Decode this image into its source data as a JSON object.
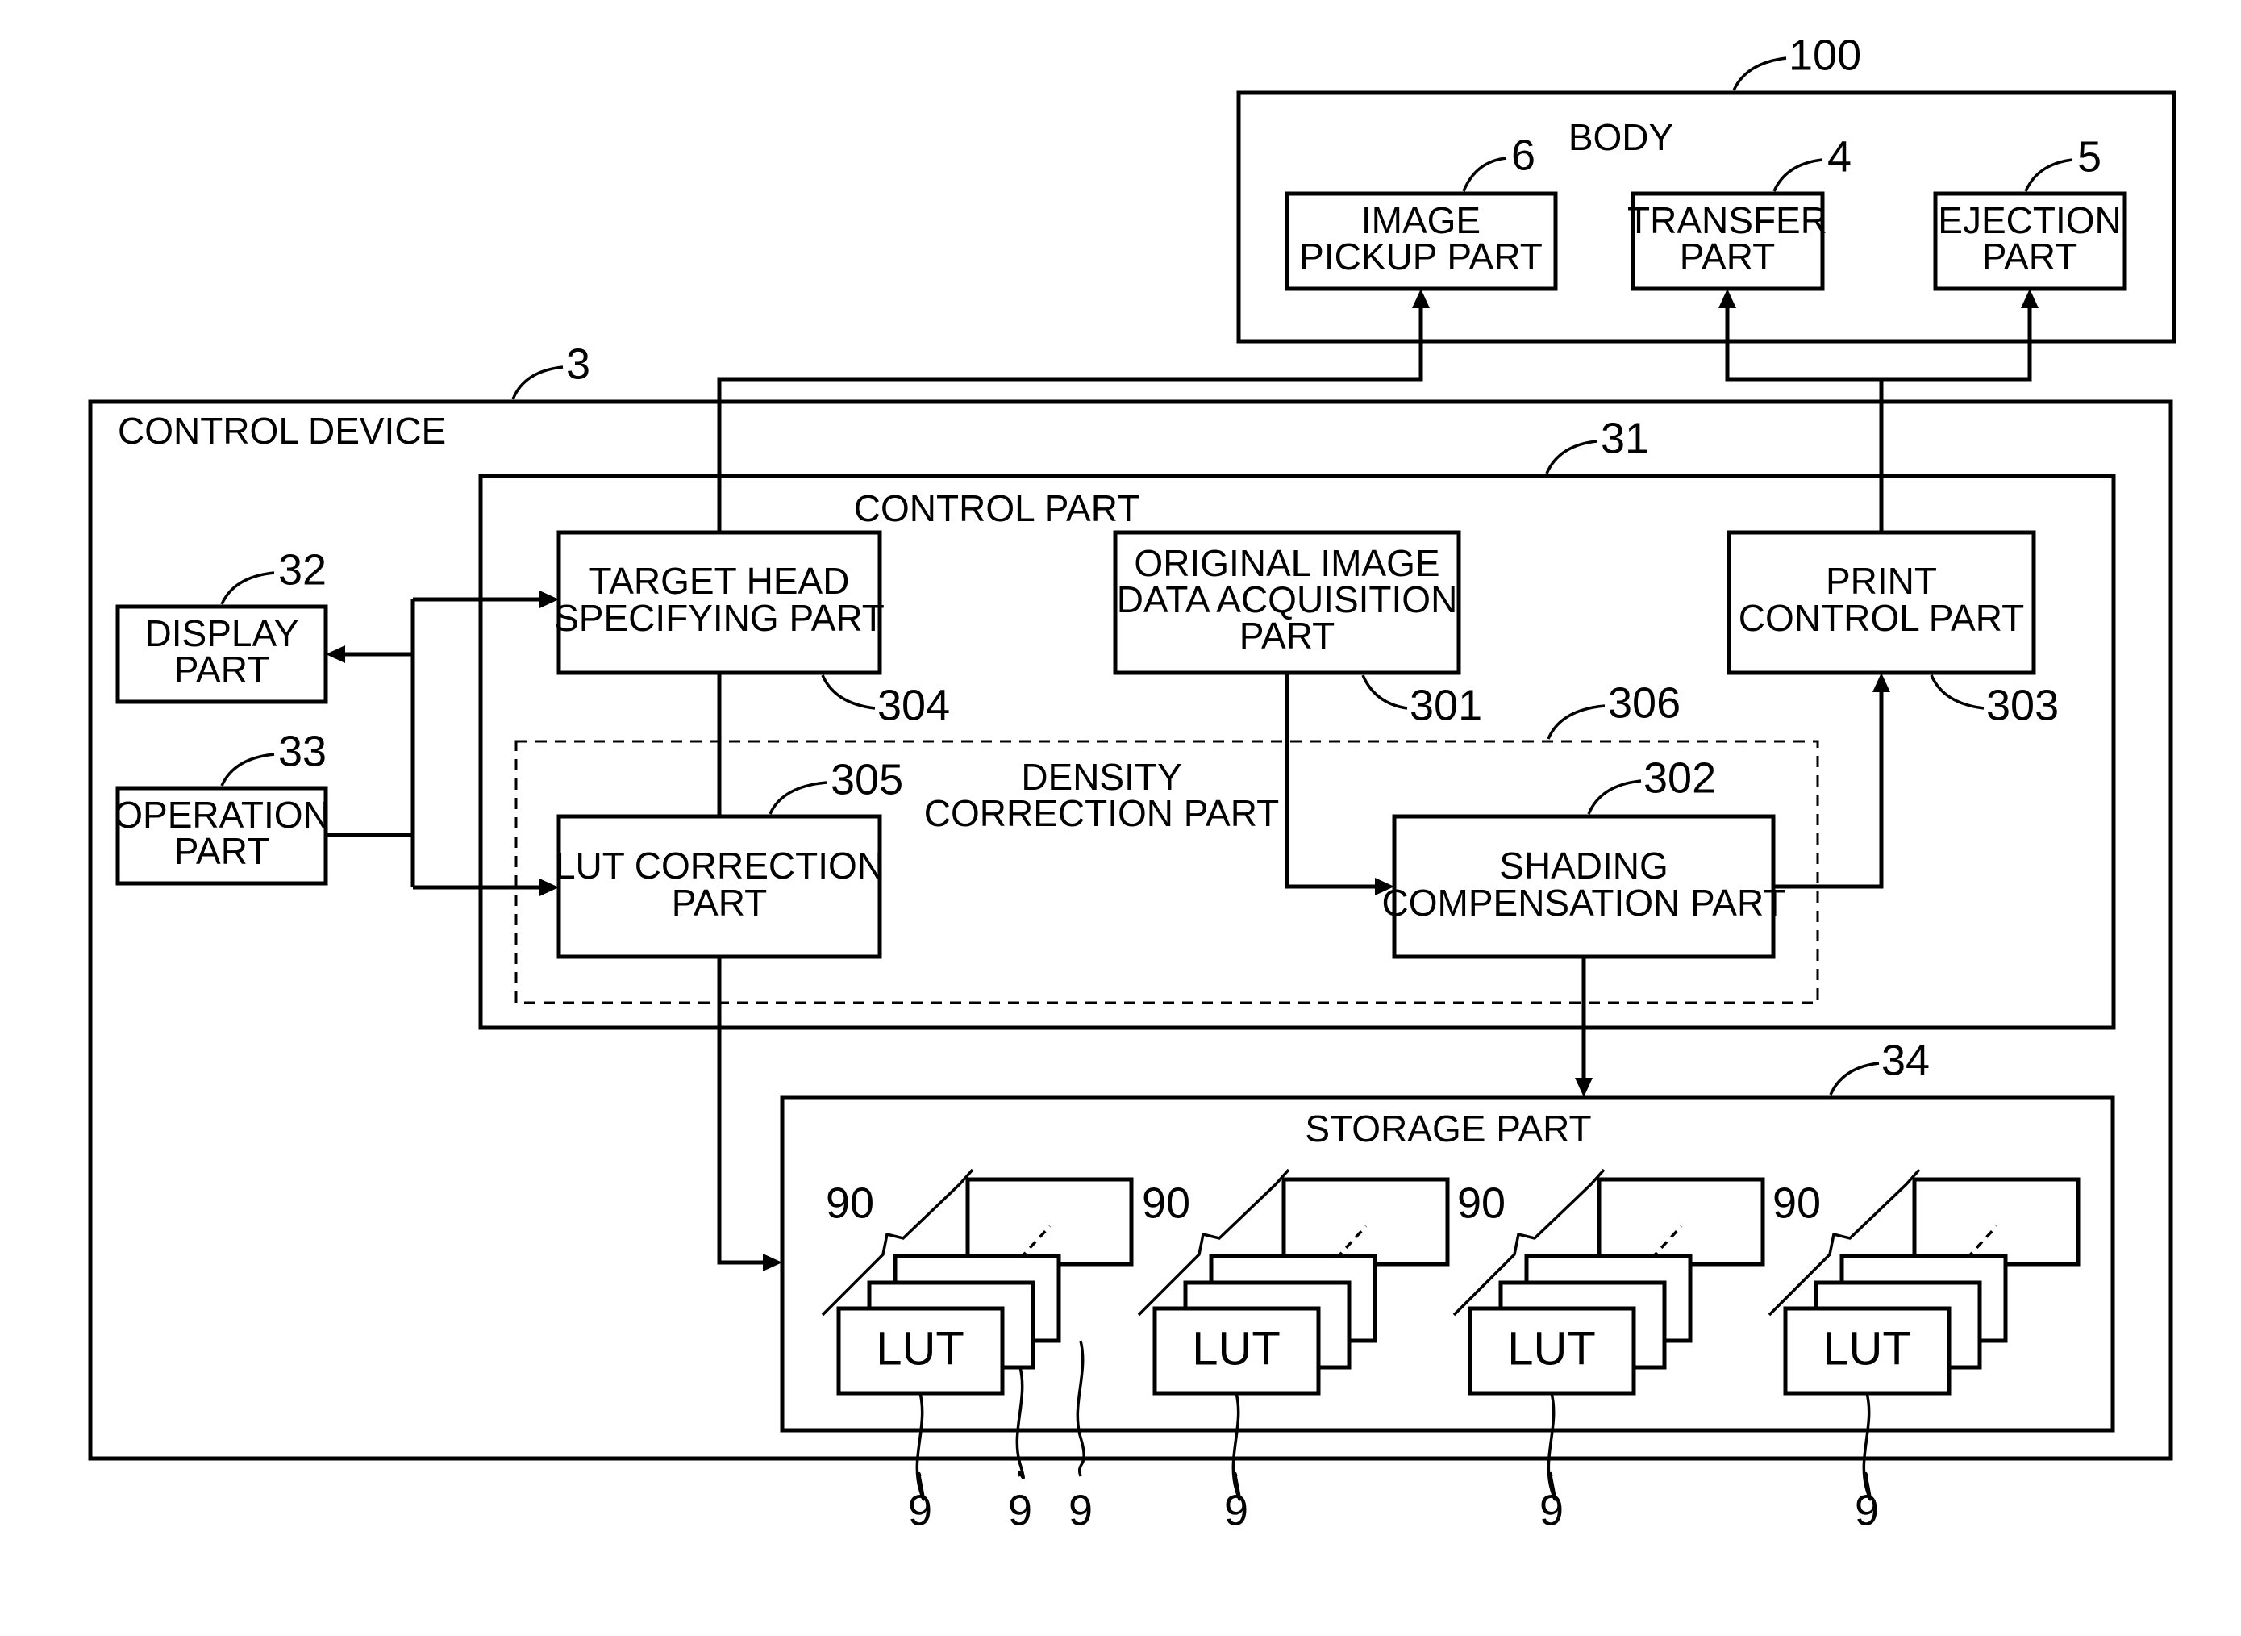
{
  "body": {
    "title": "BODY",
    "ref": "100",
    "image_pickup": {
      "lines": [
        "IMAGE",
        "PICKUP PART"
      ],
      "ref": "6"
    },
    "transfer": {
      "lines": [
        "TRANSFER",
        "PART"
      ],
      "ref": "4"
    },
    "ejection": {
      "lines": [
        "EJECTION",
        "PART"
      ],
      "ref": "5"
    }
  },
  "control_device": {
    "title": "CONTROL DEVICE",
    "ref": "3"
  },
  "display": {
    "lines": [
      "DISPLAY",
      "PART"
    ],
    "ref": "32"
  },
  "operation": {
    "lines": [
      "OPERATION",
      "PART"
    ],
    "ref": "33"
  },
  "control_part": {
    "title": "CONTROL PART",
    "ref": "31",
    "target_head": {
      "lines": [
        "TARGET HEAD",
        "SPECIFYING PART"
      ],
      "ref": "304"
    },
    "original_image": {
      "lines": [
        "ORIGINAL IMAGE",
        "DATA ACQUISITION",
        "PART"
      ],
      "ref": "301"
    },
    "print_control": {
      "lines": [
        "PRINT",
        "CONTROL PART"
      ],
      "ref": "303"
    },
    "density_correction": {
      "lines": [
        "DENSITY",
        "CORRECTION PART"
      ],
      "ref": "306"
    },
    "lut_correction": {
      "lines": [
        "LUT CORRECTION",
        "PART"
      ],
      "ref": "305"
    },
    "shading": {
      "lines": [
        "SHADING",
        "COMPENSATION PART"
      ],
      "ref": "302"
    }
  },
  "storage": {
    "title": "STORAGE PART",
    "ref": "34",
    "groups": [
      {
        "ref": "90",
        "lut_label": "LUT",
        "lut_refs": [
          "9",
          "9",
          "9"
        ]
      },
      {
        "ref": "90",
        "lut_label": "LUT",
        "lut_refs": [
          "9"
        ]
      },
      {
        "ref": "90",
        "lut_label": "LUT",
        "lut_refs": [
          "9"
        ]
      },
      {
        "ref": "90",
        "lut_label": "LUT",
        "lut_refs": [
          "9"
        ]
      }
    ]
  }
}
